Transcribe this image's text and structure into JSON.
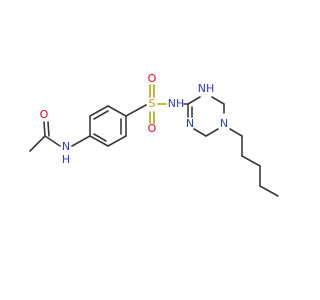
{
  "molecule": {
    "atoms": [
      {
        "id": "o_acetyl",
        "label": "O",
        "element": "O"
      },
      {
        "id": "n_amide",
        "label": "N",
        "element": "N"
      },
      {
        "id": "h_amide",
        "label": "H",
        "element": "N"
      },
      {
        "id": "s_sulfonyl",
        "label": "S",
        "element": "S"
      },
      {
        "id": "o_sulfonyl_top",
        "label": "O",
        "element": "O"
      },
      {
        "id": "o_sulfonyl_bottom",
        "label": "O",
        "element": "O"
      },
      {
        "id": "nh_sulfonamide",
        "label": "NH",
        "element": "N"
      },
      {
        "id": "nh_ring",
        "label": "NH",
        "element": "N"
      },
      {
        "id": "n_ring_imine",
        "label": "N",
        "element": "N"
      },
      {
        "id": "n_ring_pentyl",
        "label": "N",
        "element": "N"
      }
    ],
    "colors": {
      "carbon_bond": "#3a3a3a",
      "oxygen": "#e8001c",
      "nitrogen": "#2b3dd6",
      "sulfur": "#b5a400",
      "background": "#ffffff"
    }
  }
}
